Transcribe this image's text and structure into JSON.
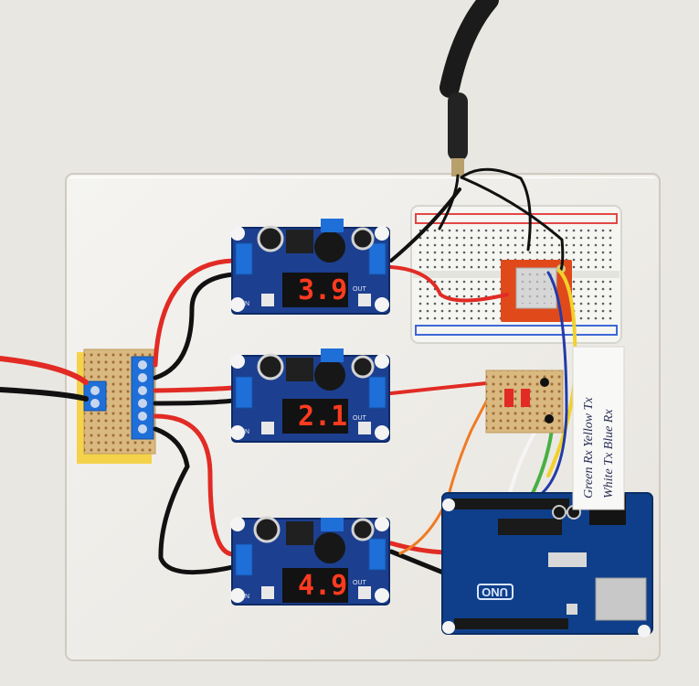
{
  "photo": {
    "converters": [
      {
        "id": "top",
        "reading": "3.9",
        "label_in": "IN",
        "label_out": "OUT"
      },
      {
        "id": "middle",
        "reading": "2.1",
        "label_in": "IN",
        "label_out": "OUT"
      },
      {
        "id": "bottom",
        "reading": "4.9",
        "label_in": "IN",
        "label_out": "OUT"
      }
    ],
    "note": {
      "line1": "Green Rx   Yellow Tx",
      "line2": "White Tx   Blue Rx"
    },
    "arduino": {
      "logo": "UNO"
    },
    "colors": {
      "background": "#e9e7e2",
      "acrylic": "#f2f1ee",
      "converter_pcb": "#1c3f8f",
      "display": "#ff3b1f",
      "arduino_pcb": "#0f3f8a",
      "gsm_module": "#e04a1b",
      "wire_red": "#e12b24",
      "wire_black": "#111111",
      "wire_orange": "#ef7b25",
      "wire_yellow": "#f1d12b",
      "wire_green": "#48b043",
      "wire_blue": "#223aa8",
      "wire_white": "#f5f5f5",
      "terminal_blue": "#1f6fd8",
      "perfboard": "#d9b980"
    }
  }
}
